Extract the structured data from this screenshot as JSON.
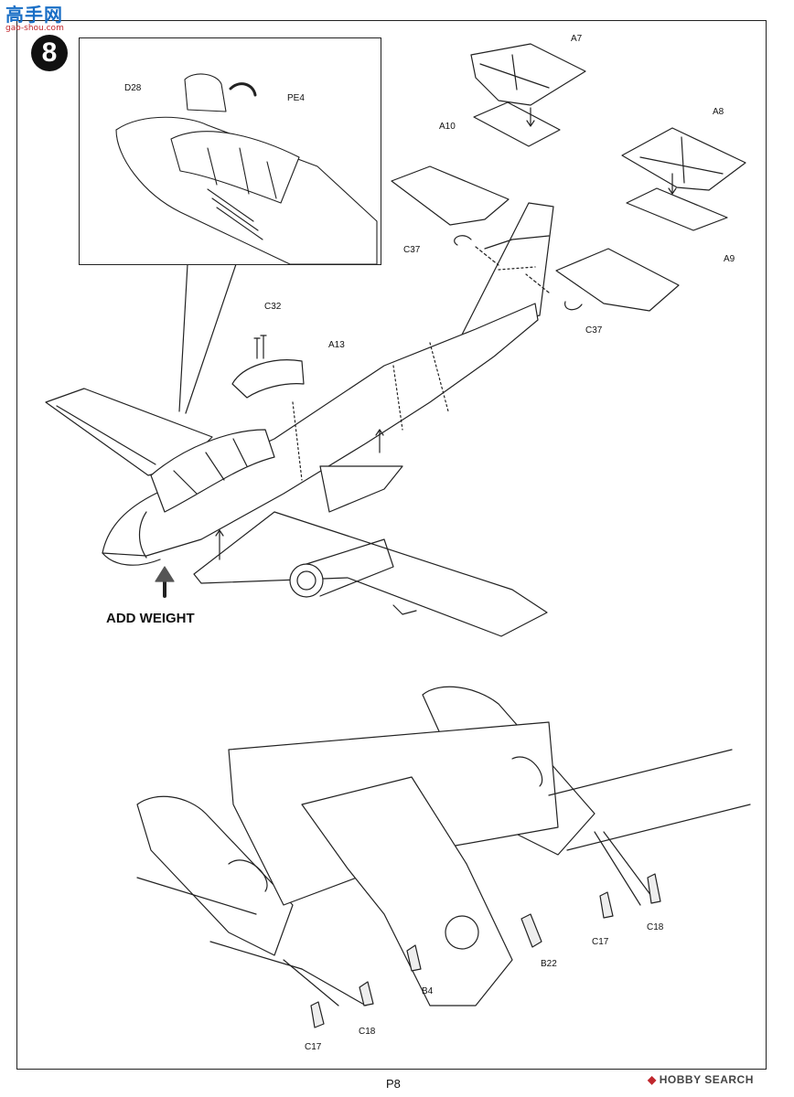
{
  "watermark": {
    "chinese": "高手网",
    "url": "gao-shou.com"
  },
  "step_number": "8",
  "labels": {
    "d28": "D28",
    "pe4": "PE4",
    "a7": "A7",
    "a10": "A10",
    "a8": "A8",
    "a9": "A9",
    "c37_left": "C37",
    "c37_right": "C37",
    "c32": "C32",
    "a13": "A13",
    "c17_left": "C17",
    "c18_left": "C18",
    "b4": "B4",
    "b22": "B22",
    "c17_right": "C17",
    "c18_right": "C18"
  },
  "add_weight": "ADD WEIGHT",
  "page_number": "P8",
  "footer_brand": "HOBBY SEARCH"
}
